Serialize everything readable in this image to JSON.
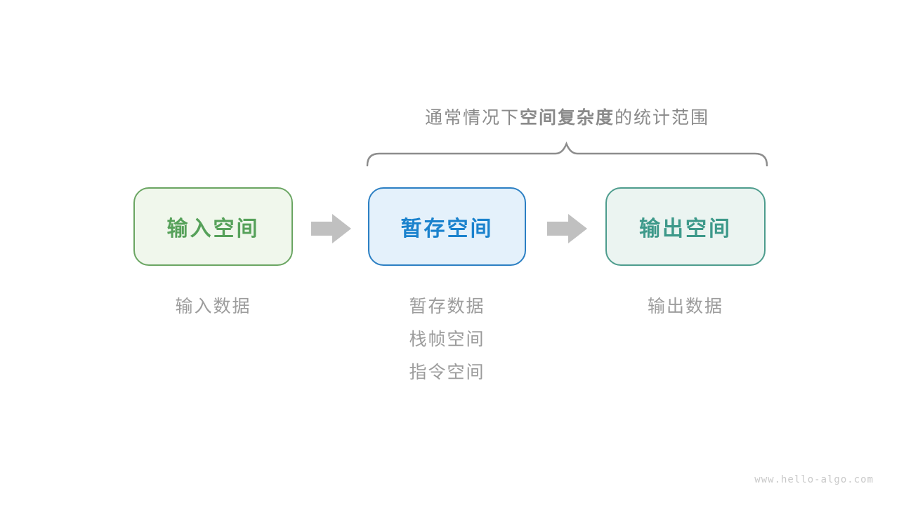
{
  "title": {
    "prefix": "通常情况下",
    "bold_term": "空间复杂度",
    "suffix": "的统计范围"
  },
  "boxes": [
    {
      "label": "输入空间",
      "text_color": "#56a15a",
      "border_color": "#6aa562",
      "bg_color": "#f0f7ec"
    },
    {
      "label": "暂存空间",
      "text_color": "#1a82cd",
      "border_color": "#2b7fc3",
      "bg_color": "#e4f1fb"
    },
    {
      "label": "输出空间",
      "text_color": "#3d998a",
      "border_color": "#4d9c8d",
      "bg_color": "#ebf4f1"
    }
  ],
  "sublabels": {
    "input": "输入数据",
    "buffer_line1": "暂存数据",
    "buffer_line2": "栈帧空间",
    "buffer_line3": "指令空间",
    "output": "输出数据"
  },
  "colors": {
    "arrow": "#c0c0c0",
    "brace": "#8d8d8d",
    "title_text": "#8a8a8a",
    "sublabel_text": "#9c9c9c",
    "watermark_text": "#c9c9c9"
  },
  "watermark": "www.hello-algo.com"
}
